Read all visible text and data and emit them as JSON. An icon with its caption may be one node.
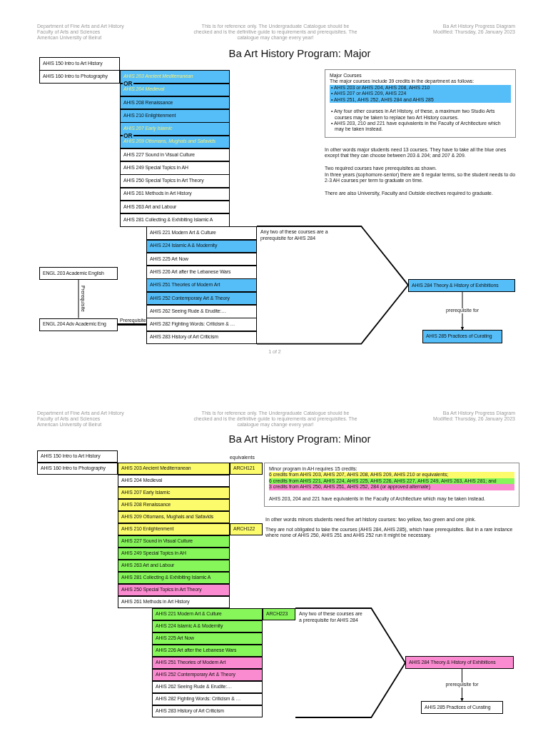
{
  "diagram": {
    "nodes": [
      {
        "text": [
          "AHIS 150 Intro to Art History"
        ]
      },
      {
        "text": [
          "AHIS 160 Intro to Photography"
        ]
      },
      {
        "text": [
          "AHIS 203 Ancient Mediterranean"
        ]
      },
      {
        "text": [
          "AHIS 204 Medieval"
        ]
      },
      {
        "text": [
          "AHIS 208 Renaissance"
        ]
      },
      {
        "text": [
          "AHIS 210 Enlightenment"
        ]
      },
      {
        "text": [
          "AHIS 207 Early Islamic"
        ]
      },
      {
        "text": [
          "AHIS 209 Ottomans, Mughals and Safavids"
        ]
      },
      {
        "text": [
          "AHIS 227 Sound in Visual Culture"
        ]
      },
      {
        "text": [
          "AHIS 249 Special Topics in AH"
        ]
      },
      {
        "text": [
          "AHIS 250 Special Topics in Art Theory"
        ]
      },
      {
        "text": [
          "AHIS 261 Methods in Art History"
        ]
      },
      {
        "text": [
          "AHIS 263 Art and Labour"
        ]
      },
      {
        "text": [
          "AHIS 281 Collecting & Exhibiting Islamic A"
        ]
      },
      {
        "text": [
          "AHIS 221 Modern Art & Culture"
        ]
      },
      {
        "text": [
          "AHIS 224 Islamic A & Modernity"
        ]
      },
      {
        "text": [
          "AHIS 225 Art Now"
        ]
      },
      {
        "text": [
          "AHIS 226 Art after the Lebanese Wars"
        ]
      },
      {
        "text": [
          "AHIS 251 Theories of Modern Art"
        ]
      },
      {
        "text": [
          "AHIS 252 Contemporary Art & Theory"
        ]
      },
      {
        "text": [
          "AHIS 262 Seeing Rude & Erudite:…"
        ]
      },
      {
        "text": [
          "AHIS 282 Fighting Words: Criticism & …"
        ]
      },
      {
        "text": [
          "AHIS 283 History of Art Criticism"
        ]
      },
      {
        "text": [
          "Any two of these courses are a prerequisite for AHIS 284"
        ]
      },
      {
        "text": [
          "AHIS 284 Theory & History of Exhibitions"
        ]
      },
      {
        "text": [
          "AHIS 285 Practices of Curating"
        ]
      },
      {
        "text": [
          "ENGL 203 Academic English"
        ]
      },
      {
        "text": [
          "ENGL 204 Adv Academic Eng"
        ]
      },
      {
        "text": [
          "Major Courses",
          "The major courses include 39 credits in the department as follows:",
          "• AHIS 203 or AHIS 204, AHIS 208, AHIS 210",
          "• AHIS 207 or AHIS 209, AHIS 224",
          "• AHIS 251, AHIS 252, AHIS 284 and AHIS 285",
          "• Any four other courses in Art History, of these, a maximum two Studio Arts courses may be taken to replace two Art History courses.",
          "• AHIS 203, 210 and 221 have equivalents in the Faculty of Architecture which may be taken instead."
        ]
      },
      {
        "text": [
          "AHIS 150 Intro to Art History"
        ]
      },
      {
        "text": [
          "AHIS 160 Intro to Photography"
        ]
      },
      {
        "text": [
          "AHIS 203 Ancient Mediterranean"
        ]
      },
      {
        "text": [
          "AHIS 204 Medieval"
        ]
      },
      {
        "text": [
          "AHIS 207 Early Islamic"
        ]
      },
      {
        "text": [
          "AHIS 208 Renaissance"
        ]
      },
      {
        "text": [
          "AHIS 209 Ottomans, Mughals and Safavids"
        ]
      },
      {
        "text": [
          "AHIS 210 Enlightenment"
        ]
      },
      {
        "text": [
          "AHIS 227 Sound in Visual Culture"
        ]
      },
      {
        "text": [
          "AHIS 249 Special Topics in AH"
        ]
      },
      {
        "text": [
          "AHIS 263 Art and Labour"
        ]
      },
      {
        "text": [
          "AHIS 281 Collecting & Exhibiting Islamic A"
        ]
      },
      {
        "text": [
          "AHIS 250 Special Topics in Art Theory"
        ]
      },
      {
        "text": [
          "AHIS 261 Methods in Art History"
        ]
      },
      {
        "text": [
          "ARCH121"
        ]
      },
      {
        "text": [
          "ARCH122"
        ]
      },
      {
        "text": [
          "AHIS 221 Modern Art & Culture"
        ]
      },
      {
        "text": [
          "AHIS 224 Islamic A & Modernity"
        ]
      },
      {
        "text": [
          "AHIS 225 Art Now"
        ]
      },
      {
        "text": [
          "AHIS 226 Art after the Lebanese Wars"
        ]
      },
      {
        "text": [
          "AHIS 251 Theories of Modern Art"
        ]
      },
      {
        "text": [
          "AHIS 252 Contemporary Art & Theory"
        ]
      },
      {
        "text": [
          "AHIS 262 Seeing Rude & Erudite:…"
        ]
      },
      {
        "text": [
          "AHIS 282 Fighting Words: Criticism & …"
        ]
      },
      {
        "text": [
          "AHIS 283 History of Art Criticism"
        ]
      },
      {
        "text": [
          "ARCH223"
        ]
      },
      {
        "text": [
          "Any two of these courses are a prerequisite for AHIS 284"
        ]
      },
      {
        "text": [
          "AHIS 284 Theory & History of Exhibitions"
        ]
      },
      {
        "text": [
          "AHIS 285 Practices of Curating"
        ]
      },
      {
        "text": [
          "Minor program in AH requires 15 credits:",
          "6 credits from AHIS 203, AHIS 207, AHIS 208, AHIS 209, AHIS 210 or equivalents;",
          "6 credits from AHIS 221, AHIS 224, AHIS 225, AHIS 226, AHIS 227, AHIS 249, AHIS 263, AHIS 281; and",
          "3 credits from AHIS 250, AHIS 251, AHIS 252, 284 (or approved alternate)",
          "AHIS 203, 204 and 221 have equivalents in the Faculty of Architecture which may be taken instead."
        ]
      }
    ],
    "edges": [
      {
        "from": 26,
        "to": 27,
        "arrow": "none",
        "label": "Prerequisite"
      },
      {
        "from": 27,
        "to": 21,
        "arrow": "none",
        "label": "Prerequisite",
        "style": "thick"
      },
      {
        "from": 24,
        "to": 25,
        "arrow": "to",
        "label": "prerequisite for"
      },
      {
        "from": 56,
        "to": 57,
        "arrow": "to",
        "label": "prerequisite for"
      }
    ],
    "labels": [
      "Department of Fine Arts and Art History",
      "Faculty of Arts and Sciences",
      "American University of Beirut",
      "This is for reference only. The Undergraduate Catalogue should be checked and is the definitive guide to requirements and prerequisites. The catalogue may change every year!",
      "Ba Art History Progress Diagram",
      "Modified: Thursday, 26 January 2023",
      "Ba Art History Program: Major",
      "OR",
      "OR",
      "In other words major students need 13 courses. They have to take all the blue ones except that they can choose between 203 & 204; and 207 & 209.",
      "Two required courses have prerequisites as shown.",
      "In three years (sophomore-senior) there are 6 regular terms, so the student needs to do 2-3 AH courses per term to graduate on time.",
      "There are also University, Faculty and Outside electives required to graduate.",
      "1 of 2",
      "Department of Fine Arts and Art History",
      "Faculty of Arts and Sciences",
      "American University of Beirut",
      "This is for reference only. The Undergraduate Catalogue should be checked and is the definitive guide to requirements and prerequisites. The catalogue may change every year!",
      "Ba Art History Progress Diagram",
      "Modified: Thursday, 26 January 2023",
      "Ba Art History Program: Minor",
      "equivalents",
      "In other words minors students need five art history courses: two yellow, two green and one pink.",
      "They are not obligated to take the courses (AHIS 284, AHIS 285), which have prerequisites. But in a rare instance where none of AHIS 250, AHIS 251 and AHIS 252 run it might be necessary."
    ]
  }
}
